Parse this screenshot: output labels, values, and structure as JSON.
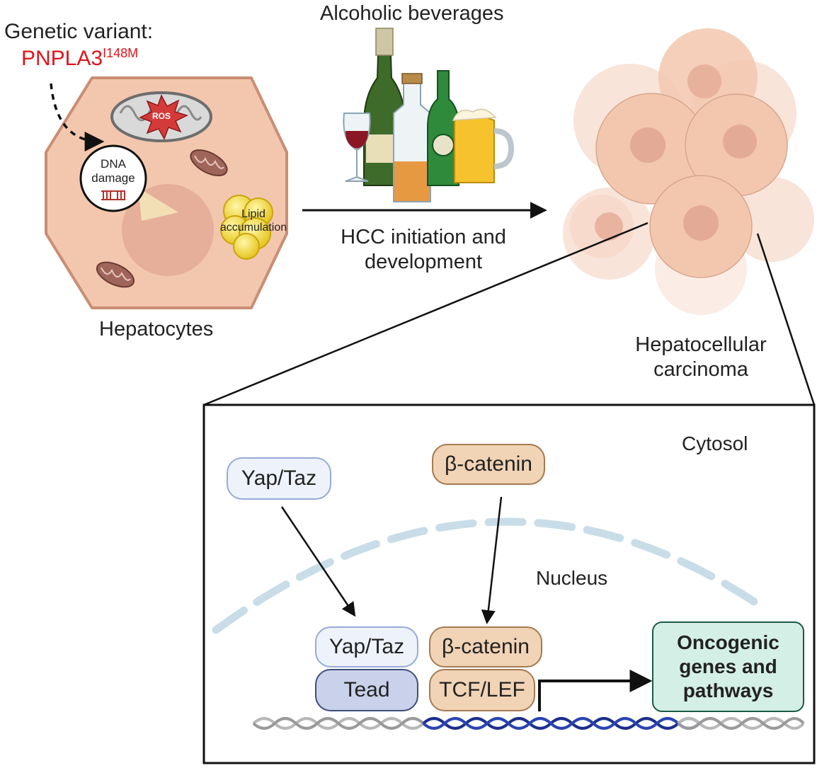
{
  "variant": {
    "title": "Genetic variant:",
    "gene": "PNPLA3",
    "allele": "I148M",
    "accent": "#e0141b"
  },
  "hepatocyte": {
    "label": "Hepatocytes",
    "ros": "ROS",
    "dna_damage_line1": "DNA",
    "dna_damage_line2": "damage",
    "lipid_line1": "Lipid",
    "lipid_line2": "accumulation"
  },
  "alcohol": {
    "label": "Alcoholic beverages"
  },
  "transition": {
    "line1": "HCC initiation and",
    "line2": "development"
  },
  "hcc": {
    "line1": "Hepatocellular",
    "line2": "carcinoma"
  },
  "panel": {
    "cytosol": "Cytosol",
    "nucleus": "Nucleus",
    "yap_taz_cyto": "Yap/Taz",
    "bcat_cyto": "β-catenin",
    "yap_taz_nuc": "Yap/Taz",
    "tead": "Tead",
    "bcat_nuc": "β-catenin",
    "tcf_lef": "TCF/LEF",
    "onco_line1": "Oncogenic",
    "onco_line2": "genes and",
    "onco_line3": "pathways"
  },
  "colors": {
    "cell_fill": "#f3c7ae",
    "cell_stroke": "#c98e74",
    "yap_fill": "#eef2fb",
    "yap_stroke": "#97abd6",
    "tead_fill": "#c9d2ea",
    "bcat_fill": "#f1d3b5",
    "bcat_stroke": "#a47a52",
    "onco_fill": "#d4efe6",
    "onco_stroke": "#1c5a45",
    "dna_blue": "#1b2f8c",
    "membrane": "#c8dde8"
  }
}
